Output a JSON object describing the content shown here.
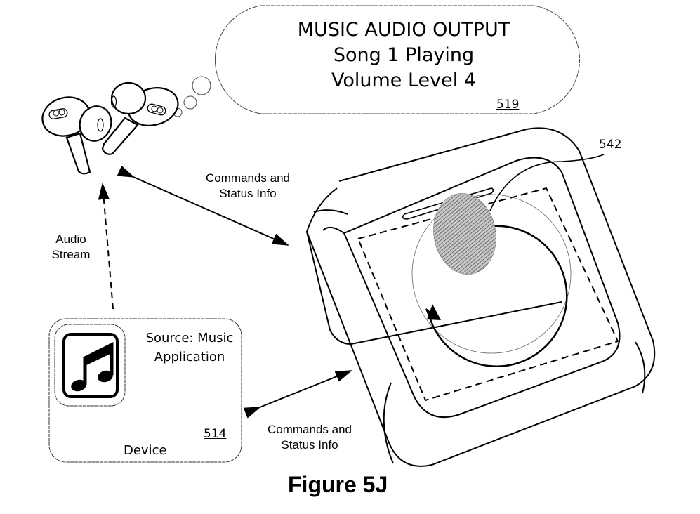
{
  "figure": {
    "caption": "Figure 5J"
  },
  "output_bubble": {
    "line1": "MUSIC AUDIO OUTPUT",
    "line2": "Song 1 Playing",
    "line3": "Volume Level 4",
    "ref_number": "519"
  },
  "case": {
    "ref_number": "542"
  },
  "device": {
    "source_line1": "Source: Music",
    "source_line2": "Application",
    "ref_number": "514",
    "label": "Device",
    "app_icon": "music-note-icon"
  },
  "arrows": {
    "earbuds_case": {
      "line1": "Commands and",
      "line2": "Status Info"
    },
    "audio_stream": {
      "line1": "Audio",
      "line2": "Stream"
    },
    "device_case": {
      "line1": "Commands and",
      "line2": "Status Info"
    }
  },
  "colors": {
    "ink": "#000000",
    "background": "#ffffff",
    "hatch": "#8a8a8a"
  }
}
